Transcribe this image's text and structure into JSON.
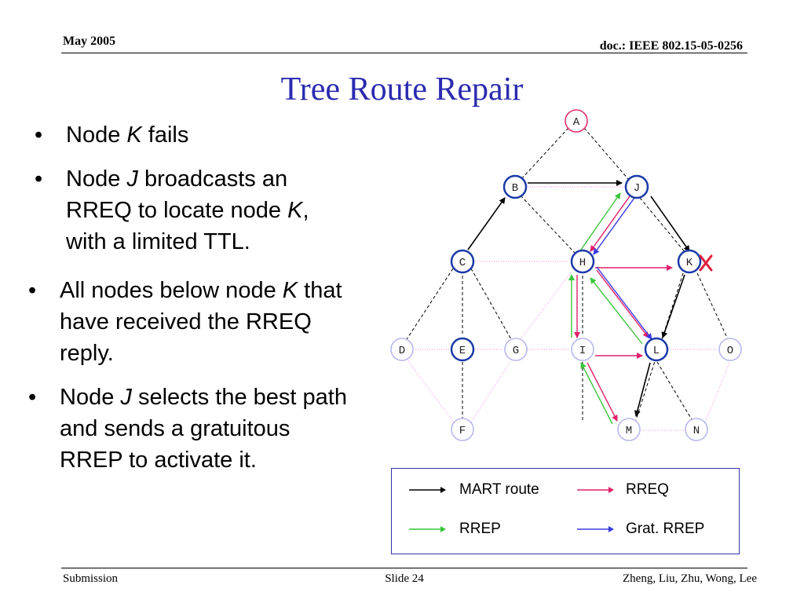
{
  "header": {
    "date": "May 2005",
    "doc_id": "doc.: IEEE 802.15-05-0256"
  },
  "title": "Tree Route Repair",
  "bullets_top": [
    {
      "pre": "Node ",
      "em": "K",
      "post": " fails"
    },
    {
      "pre": "Node ",
      "em": "J",
      "post": " broadcasts an RREQ to locate node ",
      "em2": "K",
      "post2": ", with a limited TTL."
    }
  ],
  "bullets_bottom": [
    {
      "pre": "All nodes below node ",
      "em": "K",
      "post": " that have received the RREQ reply."
    },
    {
      "pre": "Node ",
      "em": "J",
      "post": " selects the best path and sends a gratuitous RREP to activate it."
    }
  ],
  "diagram": {
    "nodes": [
      {
        "id": "A",
        "label": "A",
        "style": "root"
      },
      {
        "id": "B",
        "label": "B",
        "style": "active"
      },
      {
        "id": "J",
        "label": "J",
        "style": "active"
      },
      {
        "id": "C",
        "label": "C",
        "style": "active"
      },
      {
        "id": "H",
        "label": "H",
        "style": "active"
      },
      {
        "id": "K",
        "label": "K",
        "style": "active"
      },
      {
        "id": "D",
        "label": "D",
        "style": "inactive"
      },
      {
        "id": "E",
        "label": "E",
        "style": "active"
      },
      {
        "id": "G",
        "label": "G",
        "style": "inactive"
      },
      {
        "id": "I",
        "label": "I",
        "style": "inactive"
      },
      {
        "id": "L",
        "label": "L",
        "style": "active"
      },
      {
        "id": "O",
        "label": "O",
        "style": "inactive"
      },
      {
        "id": "F",
        "label": "F",
        "style": "inactive"
      },
      {
        "id": "M",
        "label": "M",
        "style": "inactive"
      },
      {
        "id": "N",
        "label": "N",
        "style": "inactive"
      }
    ],
    "failed_node": "K"
  },
  "legend": {
    "mart_route": "MART route",
    "rreq": "RREQ",
    "rrep": "RREP",
    "grat_rrep": "Grat. RREP"
  },
  "colors": {
    "title": "#2b2bb0",
    "mart": "#000000",
    "rreq": "#e0206a",
    "rrep": "#3cc43c",
    "grat": "#3a3ae0",
    "node_active": "#1a3aa8",
    "node_inactive": "#b8b8ee",
    "root": "#e0306a",
    "fail_x": "#e0203a"
  },
  "footer": {
    "left": "Submission",
    "center": "Slide 24",
    "right": "Zheng, Liu, Zhu, Wong, Lee"
  }
}
